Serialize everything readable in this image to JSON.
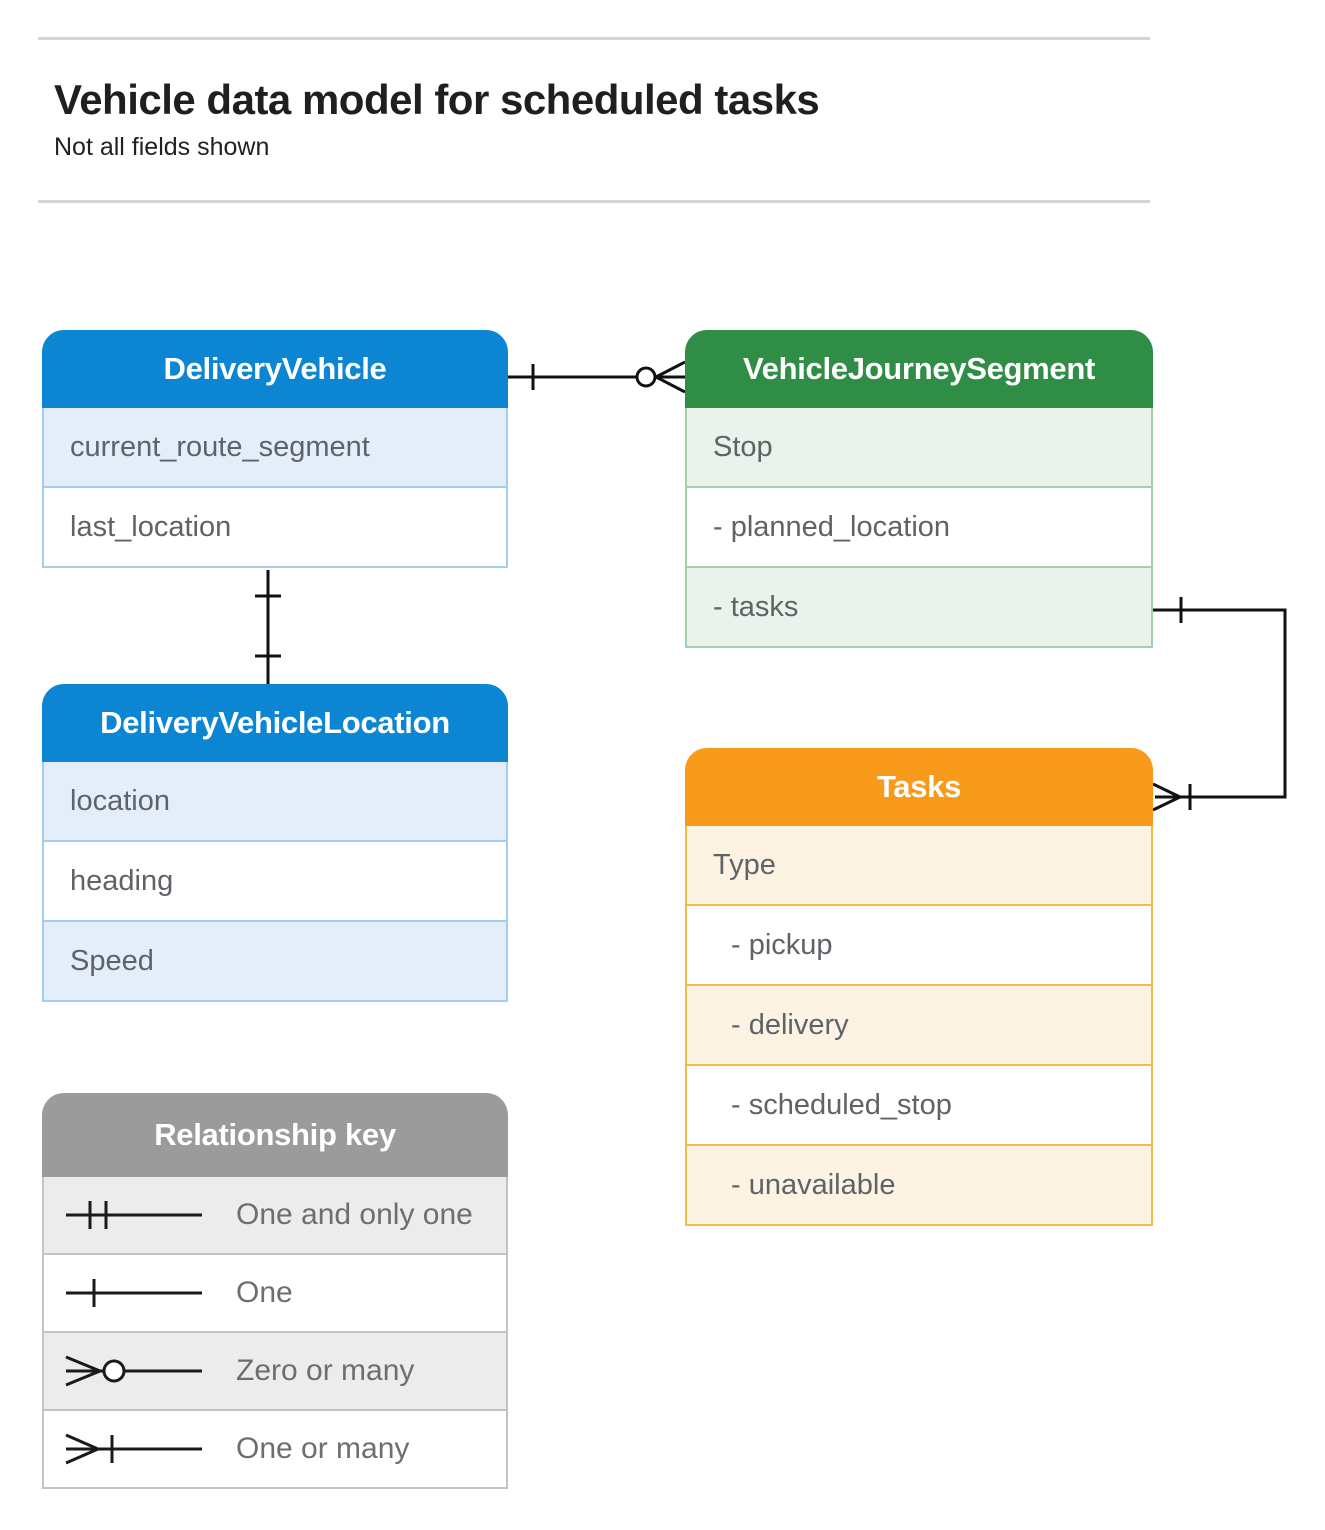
{
  "page": {
    "title": "Vehicle data model for scheduled tasks",
    "subtitle": "Not all fields shown"
  },
  "entities": {
    "delivery_vehicle": {
      "title": "DeliveryVehicle",
      "fields": [
        "current_route_segment",
        "last_location"
      ]
    },
    "vehicle_journey_segment": {
      "title": "VehicleJourneySegment",
      "fields": [
        "Stop",
        "- planned_location",
        "- tasks"
      ]
    },
    "delivery_vehicle_location": {
      "title": "DeliveryVehicleLocation",
      "fields": [
        "location",
        "heading",
        "Speed"
      ]
    },
    "tasks": {
      "title": "Tasks",
      "fields": [
        "Type",
        "- pickup",
        "- delivery",
        "- scheduled_stop",
        "- unavailable"
      ]
    }
  },
  "relationships": [
    {
      "from": "DeliveryVehicle",
      "to": "VehicleJourneySegment",
      "from_cardinality": "one",
      "to_cardinality": "zero-or-many"
    },
    {
      "from": "DeliveryVehicle",
      "to": "DeliveryVehicleLocation",
      "from_cardinality": "one",
      "to_cardinality": "one"
    },
    {
      "from": "VehicleJourneySegment.tasks",
      "to": "Tasks",
      "from_cardinality": "one",
      "to_cardinality": "one-or-many"
    }
  ],
  "legend": {
    "title": "Relationship key",
    "items": [
      {
        "icon": "one-and-only-one-symbol",
        "label": "One and only one"
      },
      {
        "icon": "one-symbol",
        "label": "One"
      },
      {
        "icon": "zero-or-many-symbol",
        "label": "Zero or many"
      },
      {
        "icon": "one-or-many-symbol",
        "label": "One or many"
      }
    ]
  },
  "colors": {
    "blue_header": "#0c85d2",
    "blue_row_tint": "#e4eefb",
    "green_header": "#2f8d46",
    "green_row_tint": "#e9f3ec",
    "orange_header": "#f89b1b",
    "orange_row_tint": "#fdf3e2",
    "gray_header": "#9b9b9b",
    "gray_row_tint": "#ececec",
    "row_text": "#5f6368",
    "connector": "#111111"
  }
}
